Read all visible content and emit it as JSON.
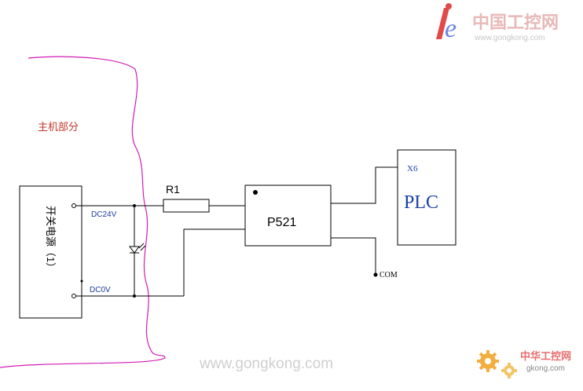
{
  "watermark": {
    "logo_brand": "中国工控网",
    "logo_url": "www.gongkong.com",
    "bottom_url": "www.gongkong.com",
    "corner_brand": "中华工控网",
    "corner_url": "gkong.com"
  },
  "diagram": {
    "host_label": "主机部分",
    "power_supply_label": "开关电源（1）",
    "terminal_dc24v": "DC24V",
    "terminal_dc0v": "DC0V",
    "resistor_label": "R1",
    "optocoupler_label": "P521",
    "plc_label": "PLC",
    "plc_input_label": "X6",
    "com_label": "COM"
  },
  "colors": {
    "wire": "#000000",
    "host_boundary": "#d21cb4",
    "host_text": "#c0392b",
    "terminal_text": "#1a3c9c",
    "plc_text": "#1b3fa8",
    "logo_red": "#e24a4a",
    "logo_blue": "#3a5bd6",
    "watermark_gray": "#cfcfcf",
    "corner_orange": "#f0a020"
  }
}
